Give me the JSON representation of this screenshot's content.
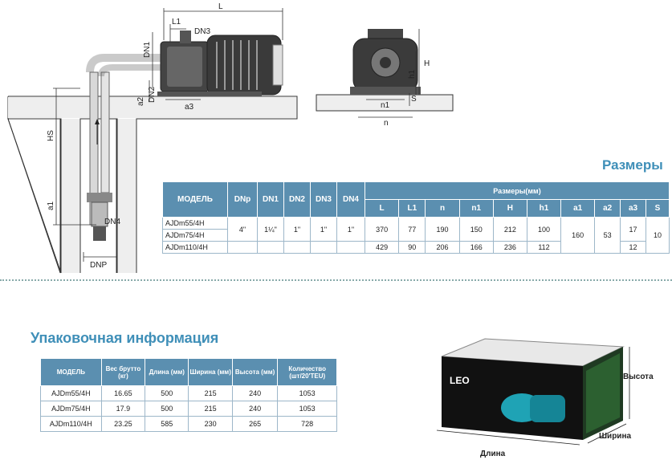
{
  "diagram_labels": {
    "L": "L",
    "L1": "L1",
    "DN3": "DN3",
    "DN1": "DN1",
    "DN2": "DN2",
    "a2": "a2",
    "a3": "a3",
    "HS": "HS",
    "a1": "a1",
    "DN4": "DN4",
    "DNP": "DNP",
    "H": "H",
    "h1": "h1",
    "S": "S",
    "n1": "n1",
    "n": "n"
  },
  "dimensions": {
    "title": "Размеры",
    "group_header": "Размеры(мм)",
    "headers": [
      "МОДЕЛЬ",
      "DNp",
      "DN1",
      "DN2",
      "DN3",
      "DN4"
    ],
    "subheaders": [
      "L",
      "L1",
      "n",
      "n1",
      "H",
      "h1",
      "a1",
      "a2",
      "a3",
      "S"
    ],
    "rows": [
      {
        "model": "AJDm55/4H",
        "L": "370",
        "L1": "77",
        "n": "190",
        "n1": "150",
        "H": "212",
        "h1": "100"
      },
      {
        "model": "AJDm75/4H"
      },
      {
        "model": "AJDm110/4H",
        "L": "429",
        "L1": "90",
        "n": "206",
        "n1": "166",
        "H": "236",
        "h1": "112"
      }
    ],
    "shared": {
      "DNp": "4\"",
      "DN1": "1¼\"",
      "DN2": "1\"",
      "DN3": "1\"",
      "DN4": "1\"",
      "a1": "160",
      "a2": "53",
      "a3_1": "17",
      "a3_2": "12",
      "S": "10"
    }
  },
  "packing": {
    "title": "Упаковочная информация",
    "headers": [
      "МОДЕЛЬ",
      "Вес брутто (кг)",
      "Длина (мм)",
      "Ширина (мм)",
      "Высота (мм)",
      "Количество (шт/20'TEU)"
    ],
    "rows": [
      [
        "AJDm55/4H",
        "16.65",
        "500",
        "215",
        "240",
        "1053"
      ],
      [
        "AJDm75/4H",
        "17.9",
        "500",
        "215",
        "240",
        "1053"
      ],
      [
        "AJDm110/4H",
        "23.25",
        "585",
        "230",
        "265",
        "728"
      ]
    ]
  },
  "box": {
    "height_label": "Высота",
    "width_label": "Ширина",
    "length_label": "Длина",
    "brand": "LEO"
  }
}
